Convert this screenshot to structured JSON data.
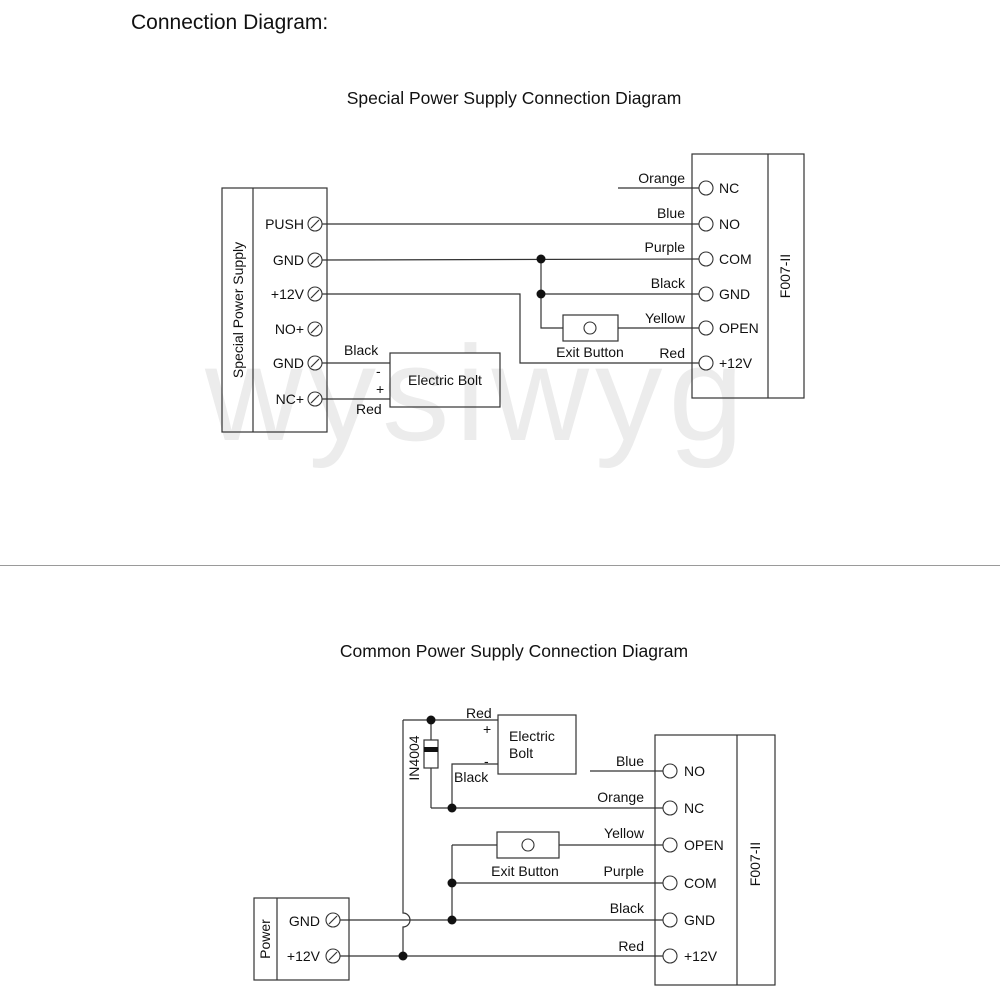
{
  "page_title": "Connection Diagram:",
  "watermark": "wysiwyg",
  "special": {
    "title": "Special Power Supply Connection Diagram",
    "supply_label": "Special Power Supply",
    "supply_terminals": [
      "PUSH",
      "GND",
      "+12V",
      "NO+",
      "GND",
      "NC+"
    ],
    "controller_label": "F007-II",
    "controller_terminals": [
      "NC",
      "NO",
      "COM",
      "GND",
      "OPEN",
      "+12V"
    ],
    "wire_colors": [
      "Orange",
      "Blue",
      "Purple",
      "Black",
      "Yellow",
      "Red"
    ],
    "exit_button": "Exit Button",
    "electric_bolt": "Electric Bolt",
    "bolt_wires": {
      "top": "Black",
      "bottom": "Red",
      "minus": "-",
      "plus": "+"
    }
  },
  "common": {
    "title": "Common Power Supply Connection Diagram",
    "power_label": "Power",
    "power_terminals": [
      "GND",
      "+12V"
    ],
    "diode_label": "IN4004",
    "bolt_line1": "Electric",
    "bolt_line2": "Bolt",
    "bolt_wires": {
      "top": "Red",
      "bottom": "Black",
      "plus": "+",
      "minus": "-"
    },
    "controller_label": "F007-II",
    "controller_terminals": [
      "NO",
      "NC",
      "OPEN",
      "COM",
      "GND",
      "+12V"
    ],
    "wire_colors": [
      "Blue",
      "Orange",
      "Yellow",
      "Purple",
      "Black",
      "Red"
    ],
    "exit_button": "Exit Button"
  }
}
